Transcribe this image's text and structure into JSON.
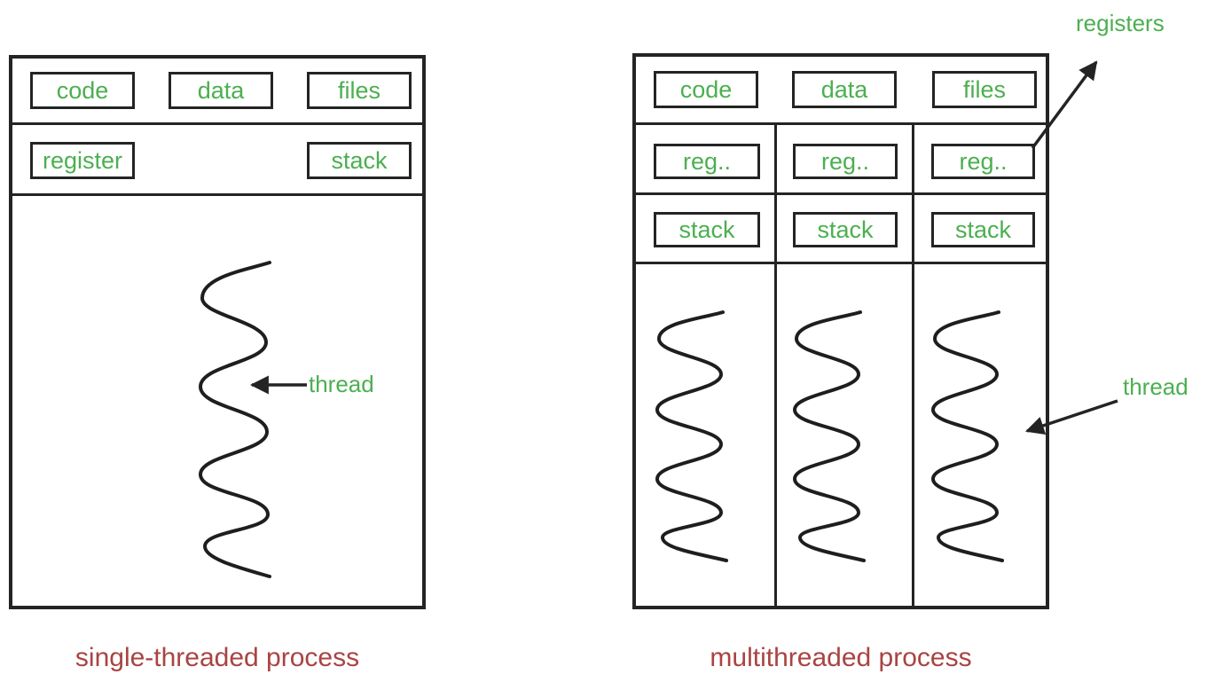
{
  "colors": {
    "label_green": "#4CAF50",
    "caption_red": "#A94442",
    "line_dark": "#242424",
    "background": "#ffffff"
  },
  "left_diagram": {
    "caption": "single-threaded process",
    "row1_labels": [
      "code",
      "data",
      "files"
    ],
    "row2_labels": [
      "register",
      "stack"
    ],
    "thread_label": "thread"
  },
  "right_diagram": {
    "caption": "multithreaded process",
    "row1_labels": [
      "code",
      "data",
      "files"
    ],
    "reg_labels": [
      "reg..",
      "reg..",
      "reg.."
    ],
    "stack_labels": [
      "stack",
      "stack",
      "stack"
    ],
    "registers_label": "registers",
    "thread_label": "thread"
  }
}
